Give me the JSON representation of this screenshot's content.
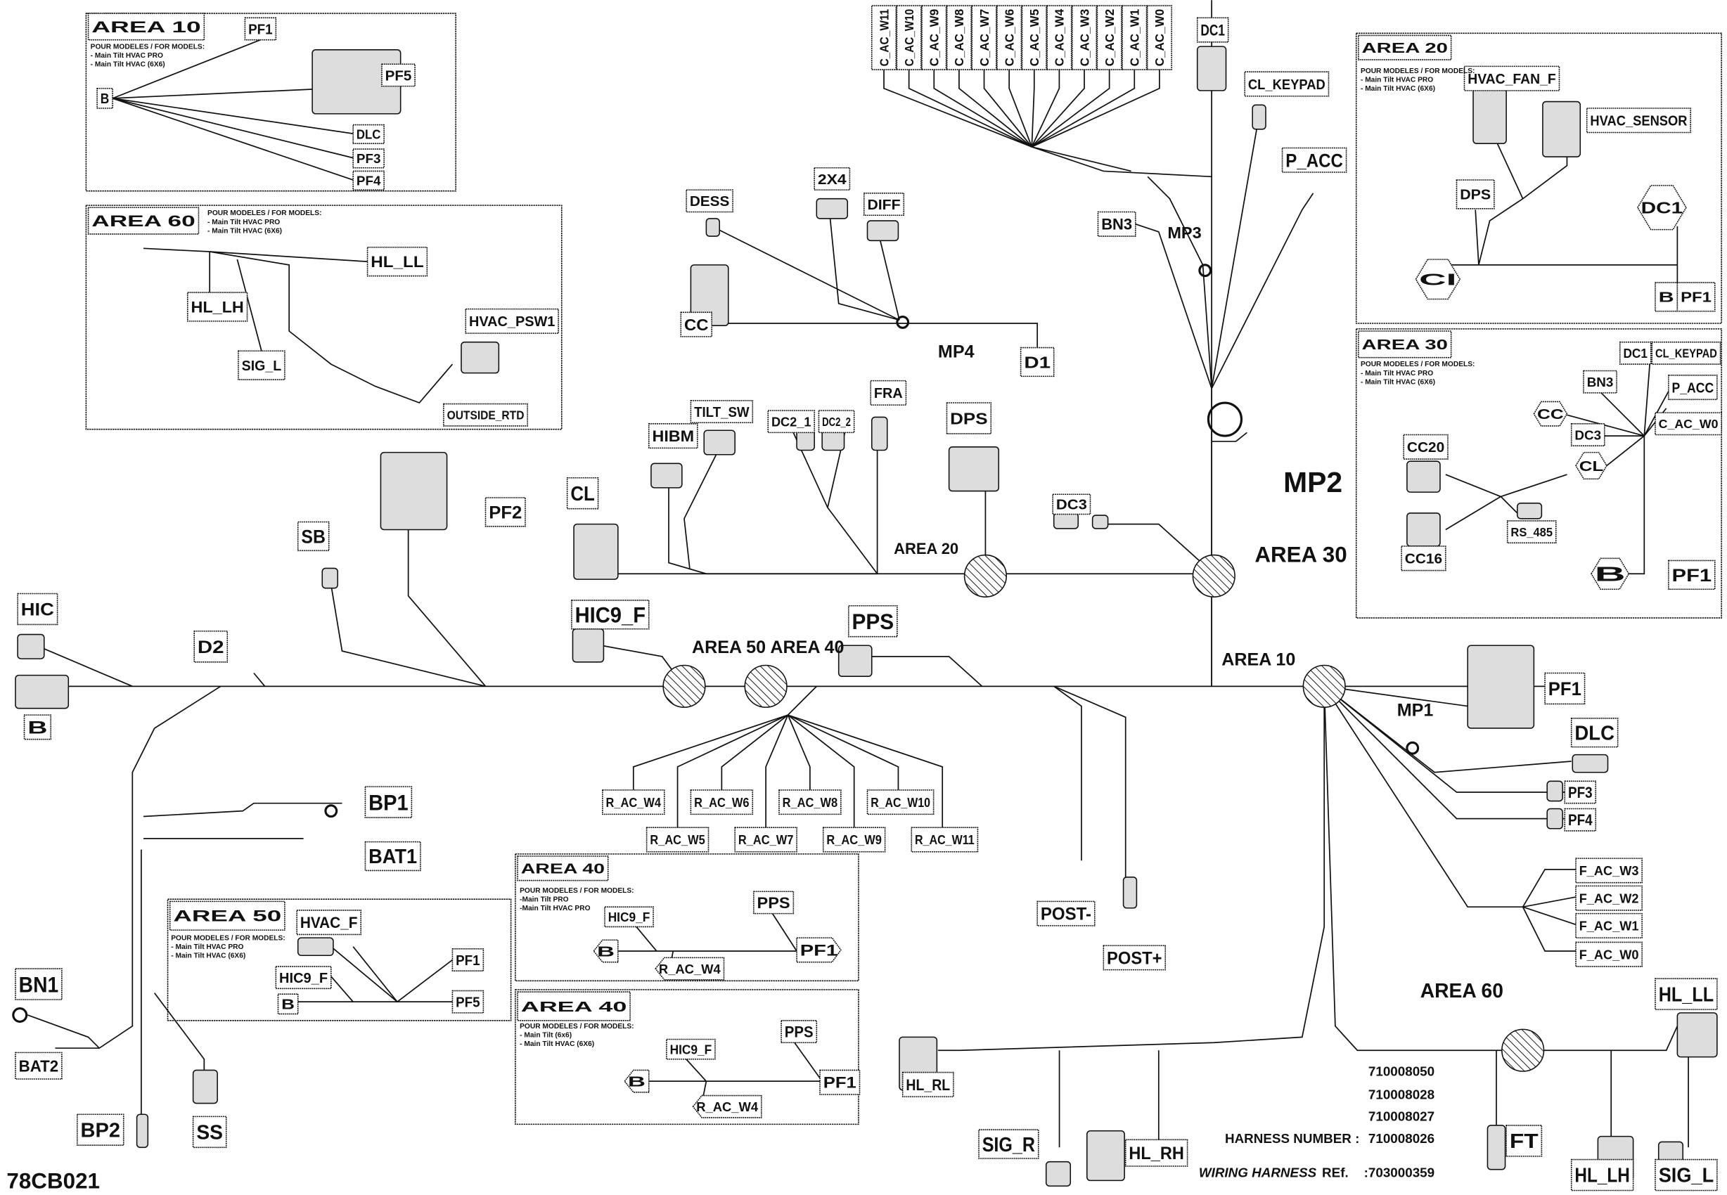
{
  "drawing_id": "78CB021",
  "notes": {
    "header": "POUR MODELES / FOR MODELS:",
    "hvac_pro": "- Main Tilt HVAC PRO",
    "hvac_6x6": "- Main Tilt HVAC (6X6)",
    "a40a_1": "-Main Tilt PRO",
    "a40a_2": "-Main Tilt HVAC PRO",
    "a40b_1": "- Main Tilt (6x6)",
    "a40b_2": "- Main Tilt HVAC (6X6)"
  },
  "labels": {
    "a10_title": "AREA 10",
    "a10_b": "B",
    "a10_pf1": "PF1",
    "a10_pf5": "PF5",
    "a10_dlc": "DLC",
    "a10_pf3": "PF3",
    "a10_pf4": "PF4",
    "a60_title": "AREA 60",
    "a60_hl_ll": "HL_LL",
    "a60_hl_lh": "HL_LH",
    "a60_sig_l": "SIG_L",
    "a60_hvac_psw1": "HVAC_PSW1",
    "a60_outside_rtd": "OUTSIDE_RTD",
    "c_ac_w11": "C_AC_W11",
    "c_ac_w10": "C_AC_W10",
    "c_ac_w9": "C_AC_W9",
    "c_ac_w8": "C_AC_W8",
    "c_ac_w7": "C_AC_W7",
    "c_ac_w6": "C_AC_W6",
    "c_ac_w5": "C_AC_W5",
    "c_ac_w4": "C_AC_W4",
    "c_ac_w3": "C_AC_W3",
    "c_ac_w2": "C_AC_W2",
    "c_ac_w1": "C_AC_W1",
    "c_ac_w0": "C_AC_W0",
    "dc1": "DC1",
    "cl_keypad": "CL_KEYPAD",
    "p_acc": "P_ACC",
    "bn3": "BN3",
    "mp3": "MP3",
    "dess": "DESS",
    "x2x4": "2X4",
    "diff": "DIFF",
    "cc": "CC",
    "mp4": "MP4",
    "d1": "D1",
    "hibm": "HIBM",
    "tilt_sw": "TILT_SW",
    "dc2_1": "DC2_1",
    "dc2_2": "DC2_2",
    "fra": "FRA",
    "dps": "DPS",
    "cl": "CL",
    "dc3": "DC3",
    "area20": "AREA 20",
    "area30": "AREA 30",
    "mp2": "MP2",
    "sb": "SB",
    "pf2": "PF2",
    "hic": "HIC",
    "d2": "D2",
    "b": "B",
    "hic9_f": "HIC9_F",
    "area50": "AREA 50",
    "area40": "AREA 40",
    "pps": "PPS",
    "area10": "AREA 10",
    "pf1": "PF1",
    "mp1": "MP1",
    "dlc": "DLC",
    "pf3": "PF3",
    "pf4": "PF4",
    "f_ac_w3": "F_AC_W3",
    "f_ac_w2": "F_AC_W2",
    "f_ac_w1": "F_AC_W1",
    "f_ac_w0": "F_AC_W0",
    "r_ac_w4": "R_AC_W4",
    "r_ac_w6": "R_AC_W6",
    "r_ac_w8": "R_AC_W8",
    "r_ac_w10": "R_AC_W10",
    "r_ac_w5": "R_AC_W5",
    "r_ac_w7": "R_AC_W7",
    "r_ac_w9": "R_AC_W9",
    "r_ac_w11": "R_AC_W11",
    "bp1": "BP1",
    "bat1": "BAT1",
    "bn1": "BN1",
    "bat2": "BAT2",
    "bp2": "BP2",
    "ss": "SS",
    "a50_title": "AREA 50",
    "a50_hvac_f": "HVAC_F",
    "a50_hic9_f": "HIC9_F",
    "a50_b": "B",
    "a50_pf1": "PF1",
    "a50_pf5": "PF5",
    "a40a_title": "AREA 40",
    "a40a_hic9_f": "HIC9_F",
    "a40a_pps": "PPS",
    "a40a_b": "B",
    "a40a_pf1": "PF1",
    "a40a_r_ac_w4": "R_AC_W4",
    "a40b_title": "AREA 40",
    "a40b_hic9_f": "HIC9_F",
    "a40b_pps": "PPS",
    "a40b_b": "B",
    "a40b_pf1": "PF1",
    "a40b_r_ac_w4": "R_AC_W4",
    "a20_title": "AREA 20",
    "a20_hvac_fan_f": "HVAC_FAN_F",
    "a20_hvac_sensor": "HVAC_SENSOR",
    "a20_dps": "DPS",
    "a20_dc1": "DC1",
    "a20_ci": "CI",
    "a20_b": "B",
    "a20_pf1": "PF1",
    "a30_title": "AREA 30",
    "a30_dc1": "DC1",
    "a30_cl_keypad": "CL_KEYPAD",
    "a30_bn3": "BN3",
    "a30_p_acc": "P_ACC",
    "a30_c_ac_w0": "C_AC_W0",
    "a30_cc": "CC",
    "a30_dc3": "DC3",
    "a30_cl": "CL",
    "a30_cc20": "CC20",
    "a30_cc16": "CC16",
    "a30_rs_485": "RS_485",
    "a30_b": "B",
    "a30_pf1": "PF1",
    "post_minus": "POST-",
    "post_plus": "POST+",
    "area60": "AREA 60",
    "hl_ll": "HL_LL",
    "hl_rl": "HL_RL",
    "sig_r": "SIG_R",
    "hl_rh": "HL_RH",
    "ft": "FT",
    "hl_lh": "HL_LH",
    "sig_l": "SIG_L"
  },
  "harness": {
    "numbers": [
      "710008050",
      "710008028",
      "710008027"
    ],
    "harness_number_label": "HARNESS NUMBER :",
    "harness_number": "710008026",
    "wiring_harness_label": "WIRING HARNESS",
    "ref_label": "REf.",
    "ref_value": ":703000359"
  }
}
